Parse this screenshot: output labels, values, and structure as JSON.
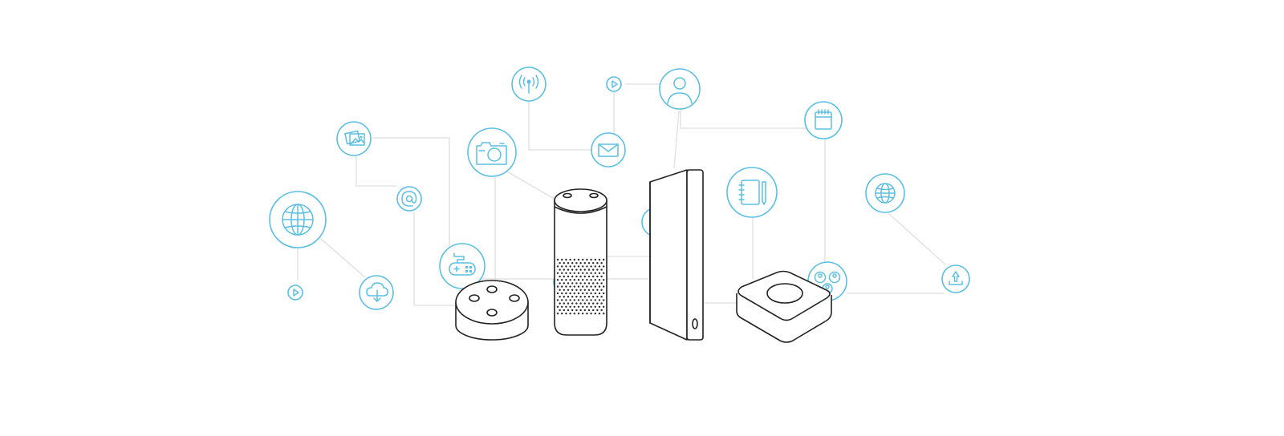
{
  "illustration": {
    "background": "#ffffff",
    "accent_color": "#5bbfe3",
    "line_color": "#e3e3e3",
    "device_stroke": "#222222",
    "nodes": [
      {
        "icon": "globe-icon"
      },
      {
        "icon": "play-icon"
      },
      {
        "icon": "cloud-icon"
      },
      {
        "icon": "photos-icon"
      },
      {
        "icon": "at-sign-icon"
      },
      {
        "icon": "gamepad-icon"
      },
      {
        "icon": "camera-icon"
      },
      {
        "icon": "broadcast-icon"
      },
      {
        "icon": "mail-icon"
      },
      {
        "icon": "play-icon"
      },
      {
        "icon": "user-icon"
      },
      {
        "icon": "notebook-icon"
      },
      {
        "icon": "calendar-icon"
      },
      {
        "icon": "group-icon"
      },
      {
        "icon": "globe-icon"
      },
      {
        "icon": "upload-icon"
      }
    ],
    "devices": [
      {
        "name": "echo-dot-speaker"
      },
      {
        "name": "echo-tower-speaker"
      },
      {
        "name": "tablet-device"
      },
      {
        "name": "smart-hub"
      }
    ]
  }
}
